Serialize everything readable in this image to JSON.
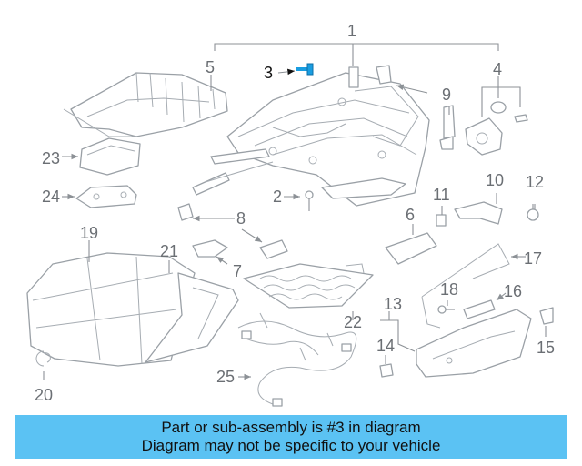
{
  "callouts": {
    "c1": "1",
    "c2": "2",
    "c3": "3",
    "c4": "4",
    "c5": "5",
    "c6": "6",
    "c7": "7",
    "c8": "8",
    "c9": "9",
    "c10": "10",
    "c11": "11",
    "c12": "12",
    "c13": "13",
    "c14": "14",
    "c15": "15",
    "c16": "16",
    "c17": "17",
    "c18": "18",
    "c19": "19",
    "c20": "20",
    "c21": "21",
    "c22": "22",
    "c23": "23",
    "c24": "24",
    "c25": "25"
  },
  "highlighted_part": "3",
  "colors": {
    "banner": "#5bc2f3",
    "highlight": "#1a9de0",
    "line": "#9aa0a6",
    "label": "#6b6f74"
  },
  "banner": {
    "line1": "Part or sub-assembly is #3 in diagram",
    "line2": "Diagram may not be specific to your vehicle"
  }
}
